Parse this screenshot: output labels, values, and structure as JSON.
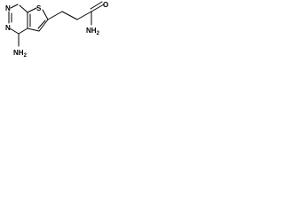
{
  "structure": {
    "atoms": {
      "n_top": "N",
      "n_left": "N",
      "s_ring": "S",
      "amine": "NH",
      "amine_subscript": "2",
      "oxygen": "O",
      "amide": "NH",
      "amide_subscript": "2"
    },
    "colors": {
      "bond": "#000000",
      "label": "#000000",
      "background": "#ffffff"
    }
  }
}
